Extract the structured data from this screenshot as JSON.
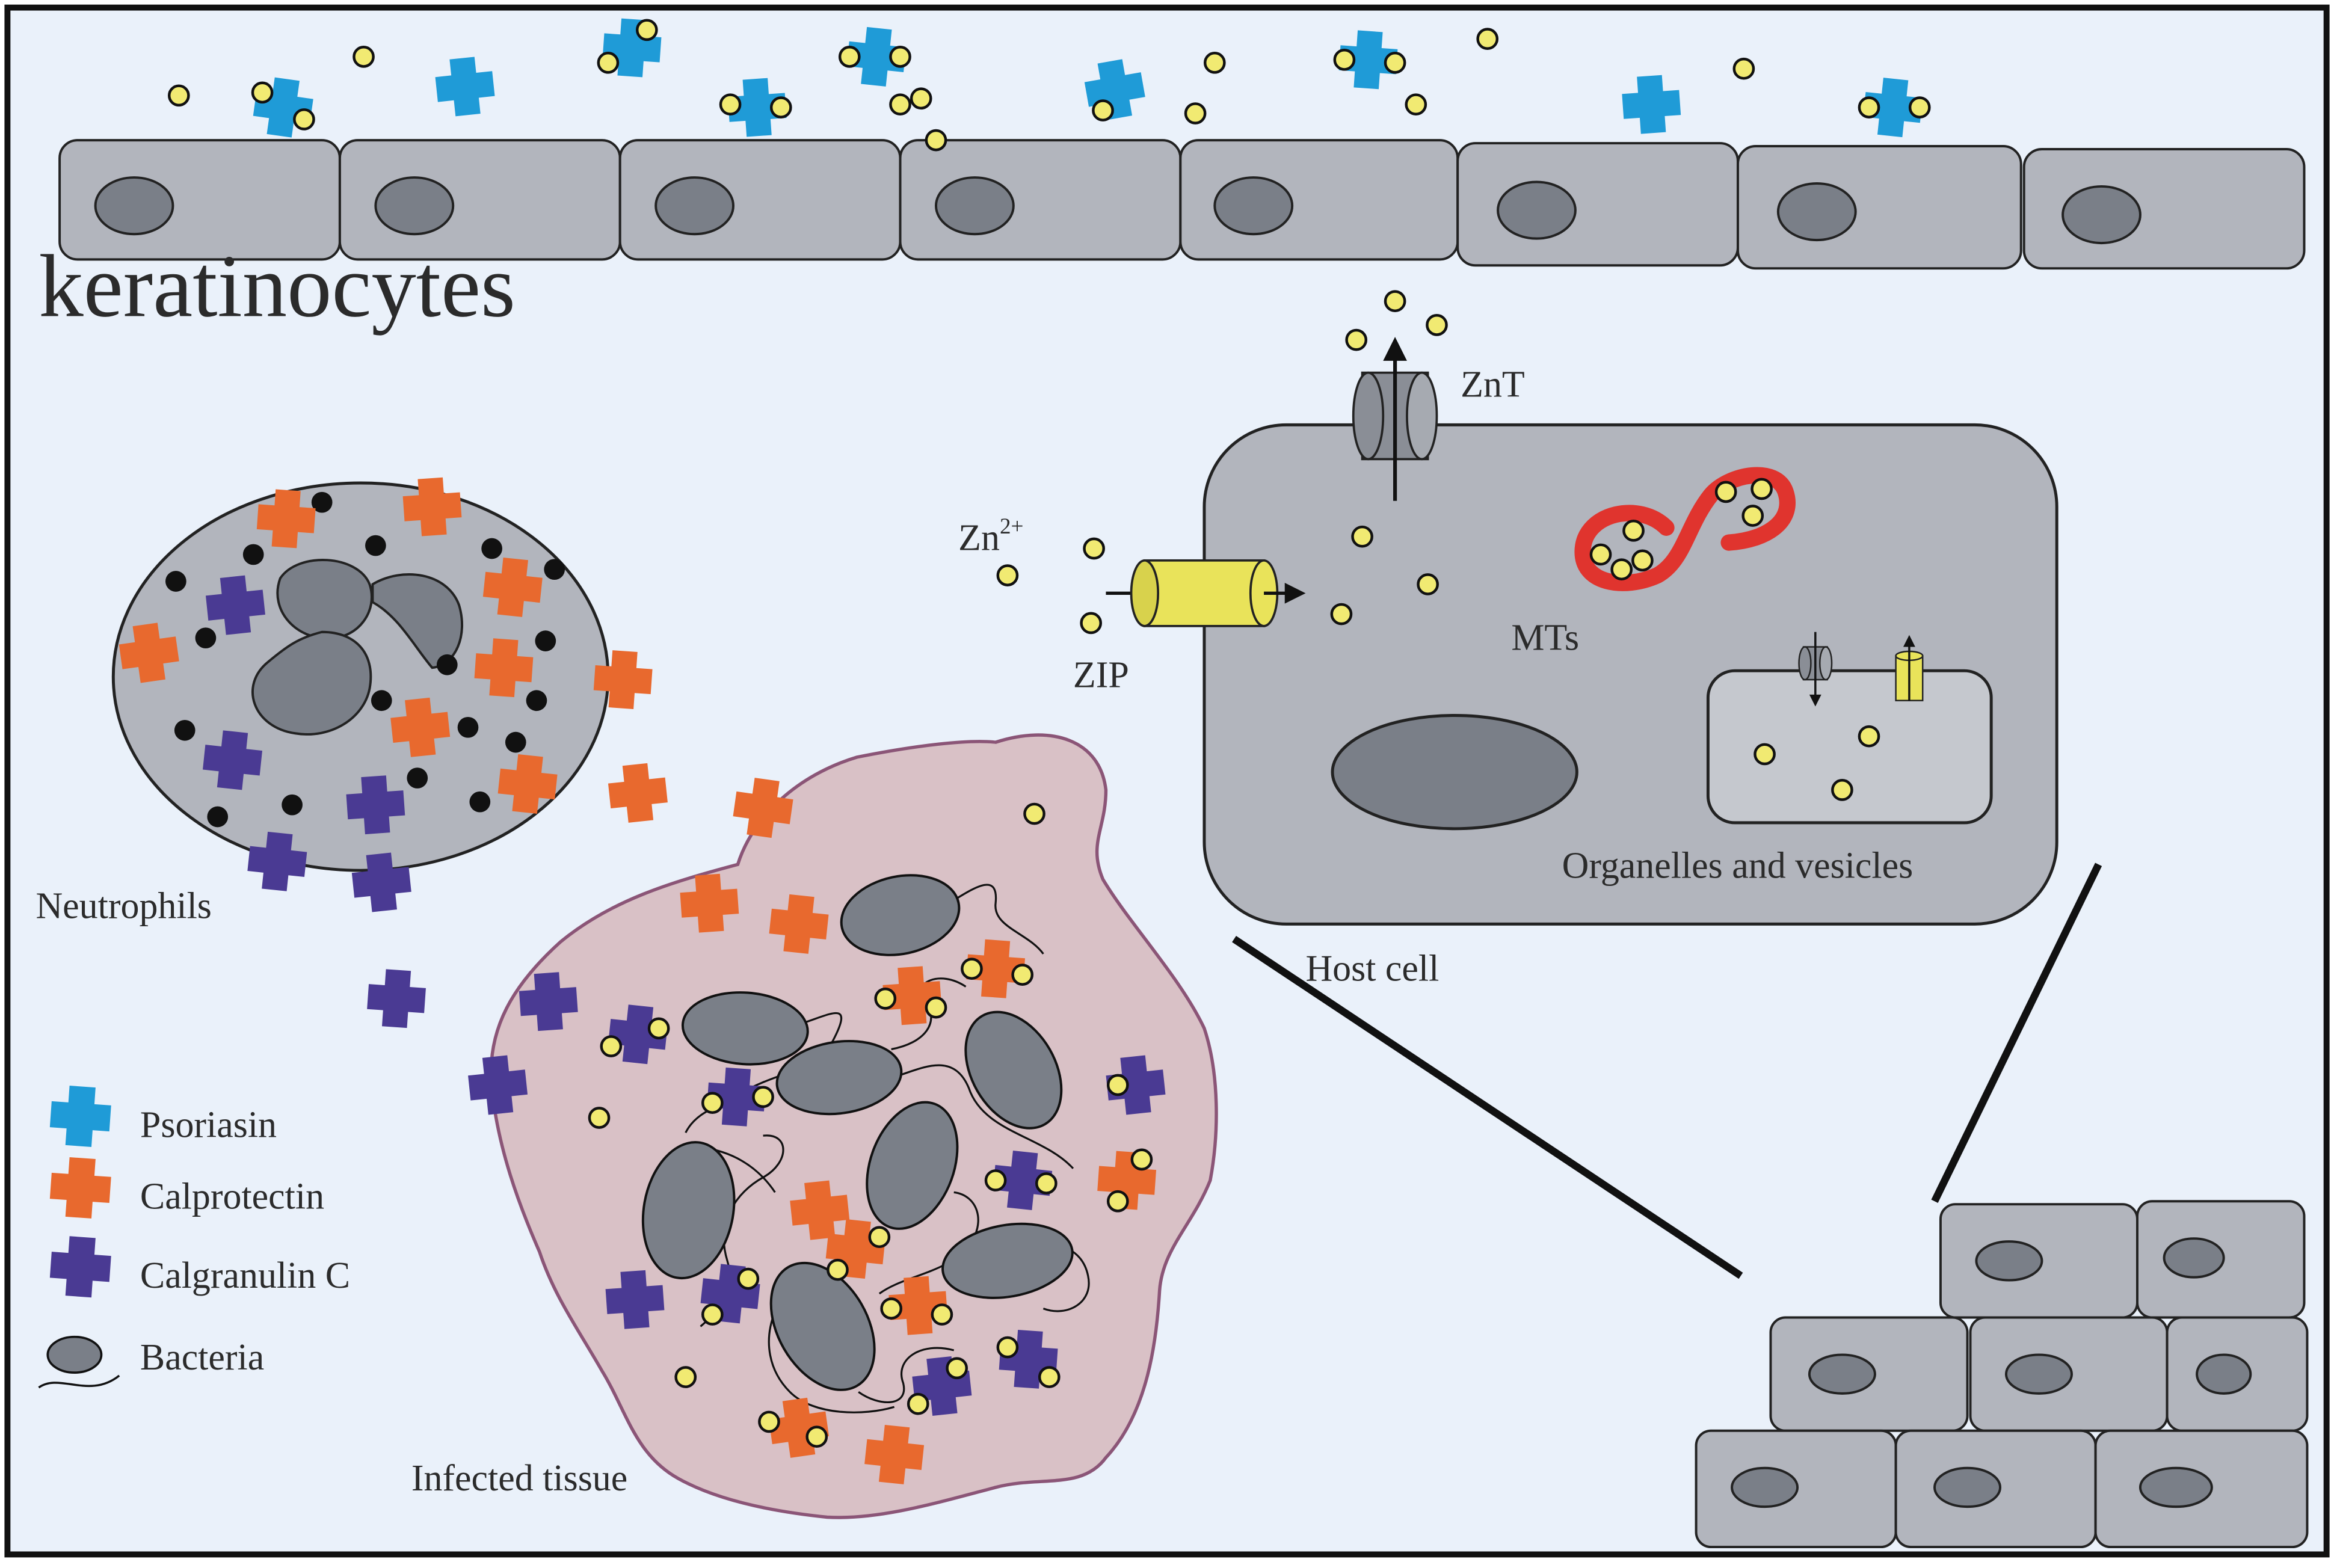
{
  "labels": {
    "keratinocytes": "keratinocytes",
    "neutrophils": "Neutrophils",
    "infected_tissue": "Infected tissue",
    "host_cell": "Host cell",
    "znt": "ZnT",
    "zip": "ZIP",
    "zn_base": "Zn",
    "zn_charge": "2+",
    "mts": "MTs",
    "organelles": "Organelles and vesicles"
  },
  "legend": [
    {
      "label": "Psoriasin",
      "icon": "cross-icon",
      "color": "#1f9bd7"
    },
    {
      "label": "Calprotectin",
      "icon": "cross-icon",
      "color": "#e8692e"
    },
    {
      "label": "Calgranulin C",
      "icon": "cross-icon",
      "color": "#4a3a93"
    },
    {
      "label": "Bacteria",
      "icon": "bacterium-icon",
      "color": "#7a7f88"
    }
  ],
  "colors": {
    "background": "#eaf1fa",
    "cell_fill": "#b2b5bd",
    "nucleus_fill": "#7a7f88",
    "zinc_fill": "#f1ea72",
    "tissue_fill": "#d9c1c6",
    "tissue_stroke": "#8b5577",
    "mt_red": "#e0342e",
    "channel_yellow": "#e9e35a"
  }
}
